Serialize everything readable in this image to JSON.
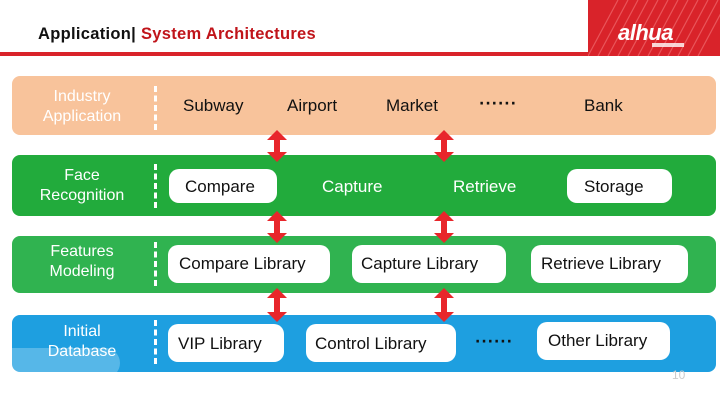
{
  "header": {
    "title_app": "Application",
    "title_sep": "|",
    "title_section": "System Architectures"
  },
  "brand": {
    "logo_text": "alhua",
    "accent_color": "#d9232a"
  },
  "rows": [
    {
      "label": "Industry Application",
      "label_lines": [
        "Industry",
        "Application"
      ],
      "color": "#f8c39b",
      "items": [
        "Subway",
        "Airport",
        "Market",
        "Bank"
      ],
      "more_marker": "······"
    },
    {
      "label": "Face Recognition",
      "label_lines": [
        "Face",
        "Recognition"
      ],
      "color": "#22ab3c",
      "items": [
        "Compare",
        "Capture",
        "Retrieve",
        "Storage"
      ]
    },
    {
      "label": "Features Modeling",
      "label_lines": [
        "Features",
        "Modeling"
      ],
      "color": "#30b350",
      "items": [
        "Compare Library",
        "Capture Library",
        "Retrieve Library"
      ]
    },
    {
      "label": "Initial Database",
      "label_lines": [
        "Initial",
        "Database"
      ],
      "color": "#1e9fe0",
      "items": [
        "VIP Library",
        "Control Library",
        "Other Library"
      ],
      "more_marker": "······"
    }
  ],
  "connector_color": "#e8262b",
  "page_number": "10"
}
